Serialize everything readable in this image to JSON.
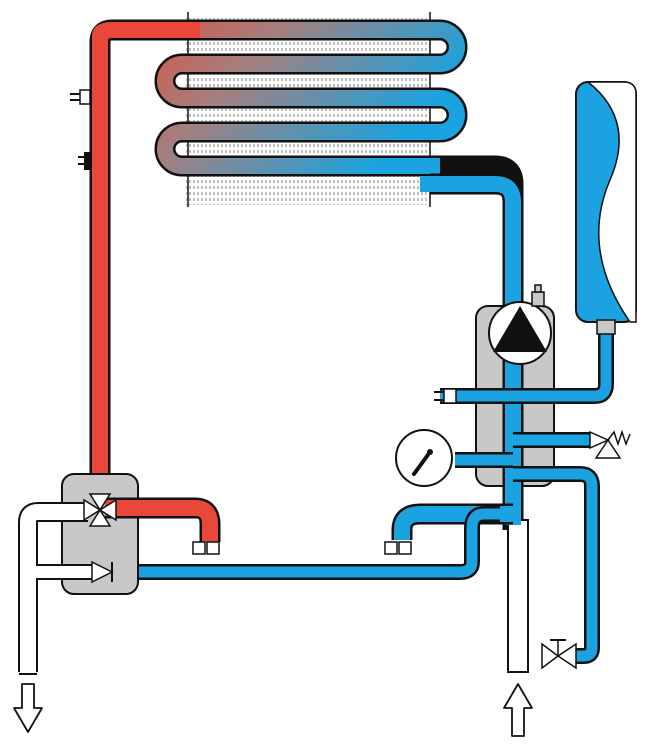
{
  "diagram": {
    "colors": {
      "hot": "#e8473a",
      "cold": "#1aa3e0",
      "outline": "#111111",
      "housing": "#c8c8c8",
      "background": "#ffffff"
    },
    "components": [
      {
        "id": "heat-exchanger",
        "icon": "finned-coil"
      },
      {
        "id": "expansion-vessel",
        "icon": "tank"
      },
      {
        "id": "circulation-pump",
        "icon": "pump-triangle"
      },
      {
        "id": "hydraulic-block",
        "icon": "manifold"
      },
      {
        "id": "three-way-valve",
        "icon": "valve-3way"
      },
      {
        "id": "check-valve",
        "icon": "check-valve"
      },
      {
        "id": "pressure-gauge",
        "icon": "gauge"
      },
      {
        "id": "safety-valve",
        "icon": "relief-valve"
      },
      {
        "id": "fill-valve",
        "icon": "valve"
      },
      {
        "id": "pressure-sensor",
        "icon": "sensor-plug"
      },
      {
        "id": "outlet-arrow",
        "icon": "arrow-down"
      },
      {
        "id": "inlet-arrow",
        "icon": "arrow-up"
      }
    ]
  }
}
